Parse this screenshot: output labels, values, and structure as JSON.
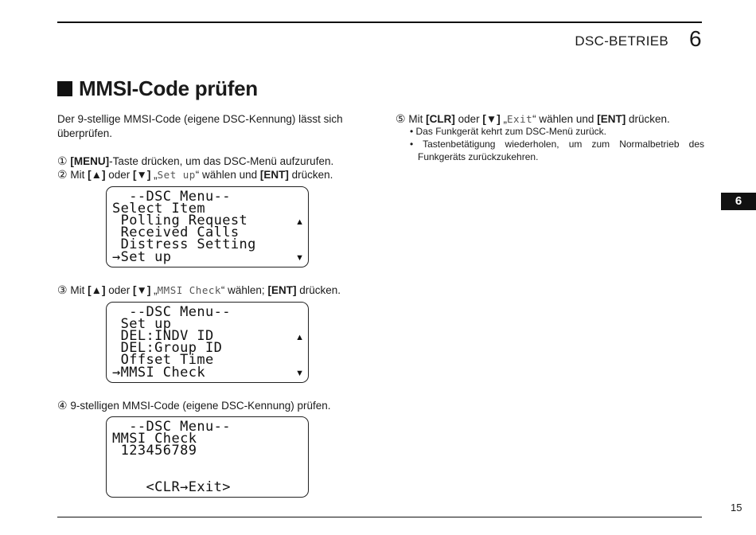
{
  "header": {
    "section": "DSC-BETRIEB",
    "chapter": "6"
  },
  "title": "MMSI-Code prüfen",
  "intro": "Der 9-stellige MMSI-Code (eigene DSC-Kennung) lässt sich überprüfen.",
  "steps": {
    "s1": {
      "num": "①",
      "key": "[MENU]",
      "text": "-Taste drücken, um das DSC-Menü aufzurufen."
    },
    "s2": {
      "num": "②",
      "pre": "Mit",
      "up": "[▲]",
      "or": "oder",
      "down": "[▼]",
      "q_open": "„",
      "lcd": "Set up",
      "q_close": "“ wählen und",
      "ent": "[ENT]",
      "end": "drücken."
    },
    "s3": {
      "num": "③",
      "pre": "Mit",
      "up": "[▲]",
      "or": "oder",
      "down": "[▼]",
      "q_open": "„",
      "lcd": "MMSI Check",
      "q_close": "“ wählen;",
      "ent": "[ENT]",
      "end": "drücken."
    },
    "s4": {
      "num": "④",
      "text": "9-stelligen MMSI-Code (eigene DSC-Kennung) prüfen."
    },
    "s5": {
      "num": "⑤",
      "pre": "Mit",
      "clr": "[CLR]",
      "or": "oder",
      "down": "[▼]",
      "q_open": "„",
      "lcd": "Exit",
      "q_close": "“ wählen und",
      "ent": "[ENT]",
      "end": "drücken."
    }
  },
  "bullets": [
    "• Das Funkgerät kehrt zum DSC-Menü zurück.",
    "• Tastenbetätigung wiederholen, um zum Normalbetrieb des",
    "Funkgeräts zurückzukehren."
  ],
  "screen1": {
    "lines": [
      "  --DSC Menu--",
      "Select Item",
      " Polling Request",
      " Received Calls",
      " Distress Setting",
      "→Set up"
    ],
    "up_arrow": "▲",
    "down_arrow": "▼"
  },
  "screen2": {
    "lines": [
      "  --DSC Menu--",
      " Set up",
      " DEL:INDV ID",
      " DEL:Group ID",
      " Offset Time",
      "→MMSI Check"
    ],
    "up_arrow": "▲",
    "down_arrow": "▼"
  },
  "screen3": {
    "lines": [
      "  --DSC Menu--",
      "MMSI Check",
      " 123456789",
      "",
      "",
      "    <CLR→Exit>"
    ]
  },
  "side_tab": "6",
  "page_number": "15"
}
